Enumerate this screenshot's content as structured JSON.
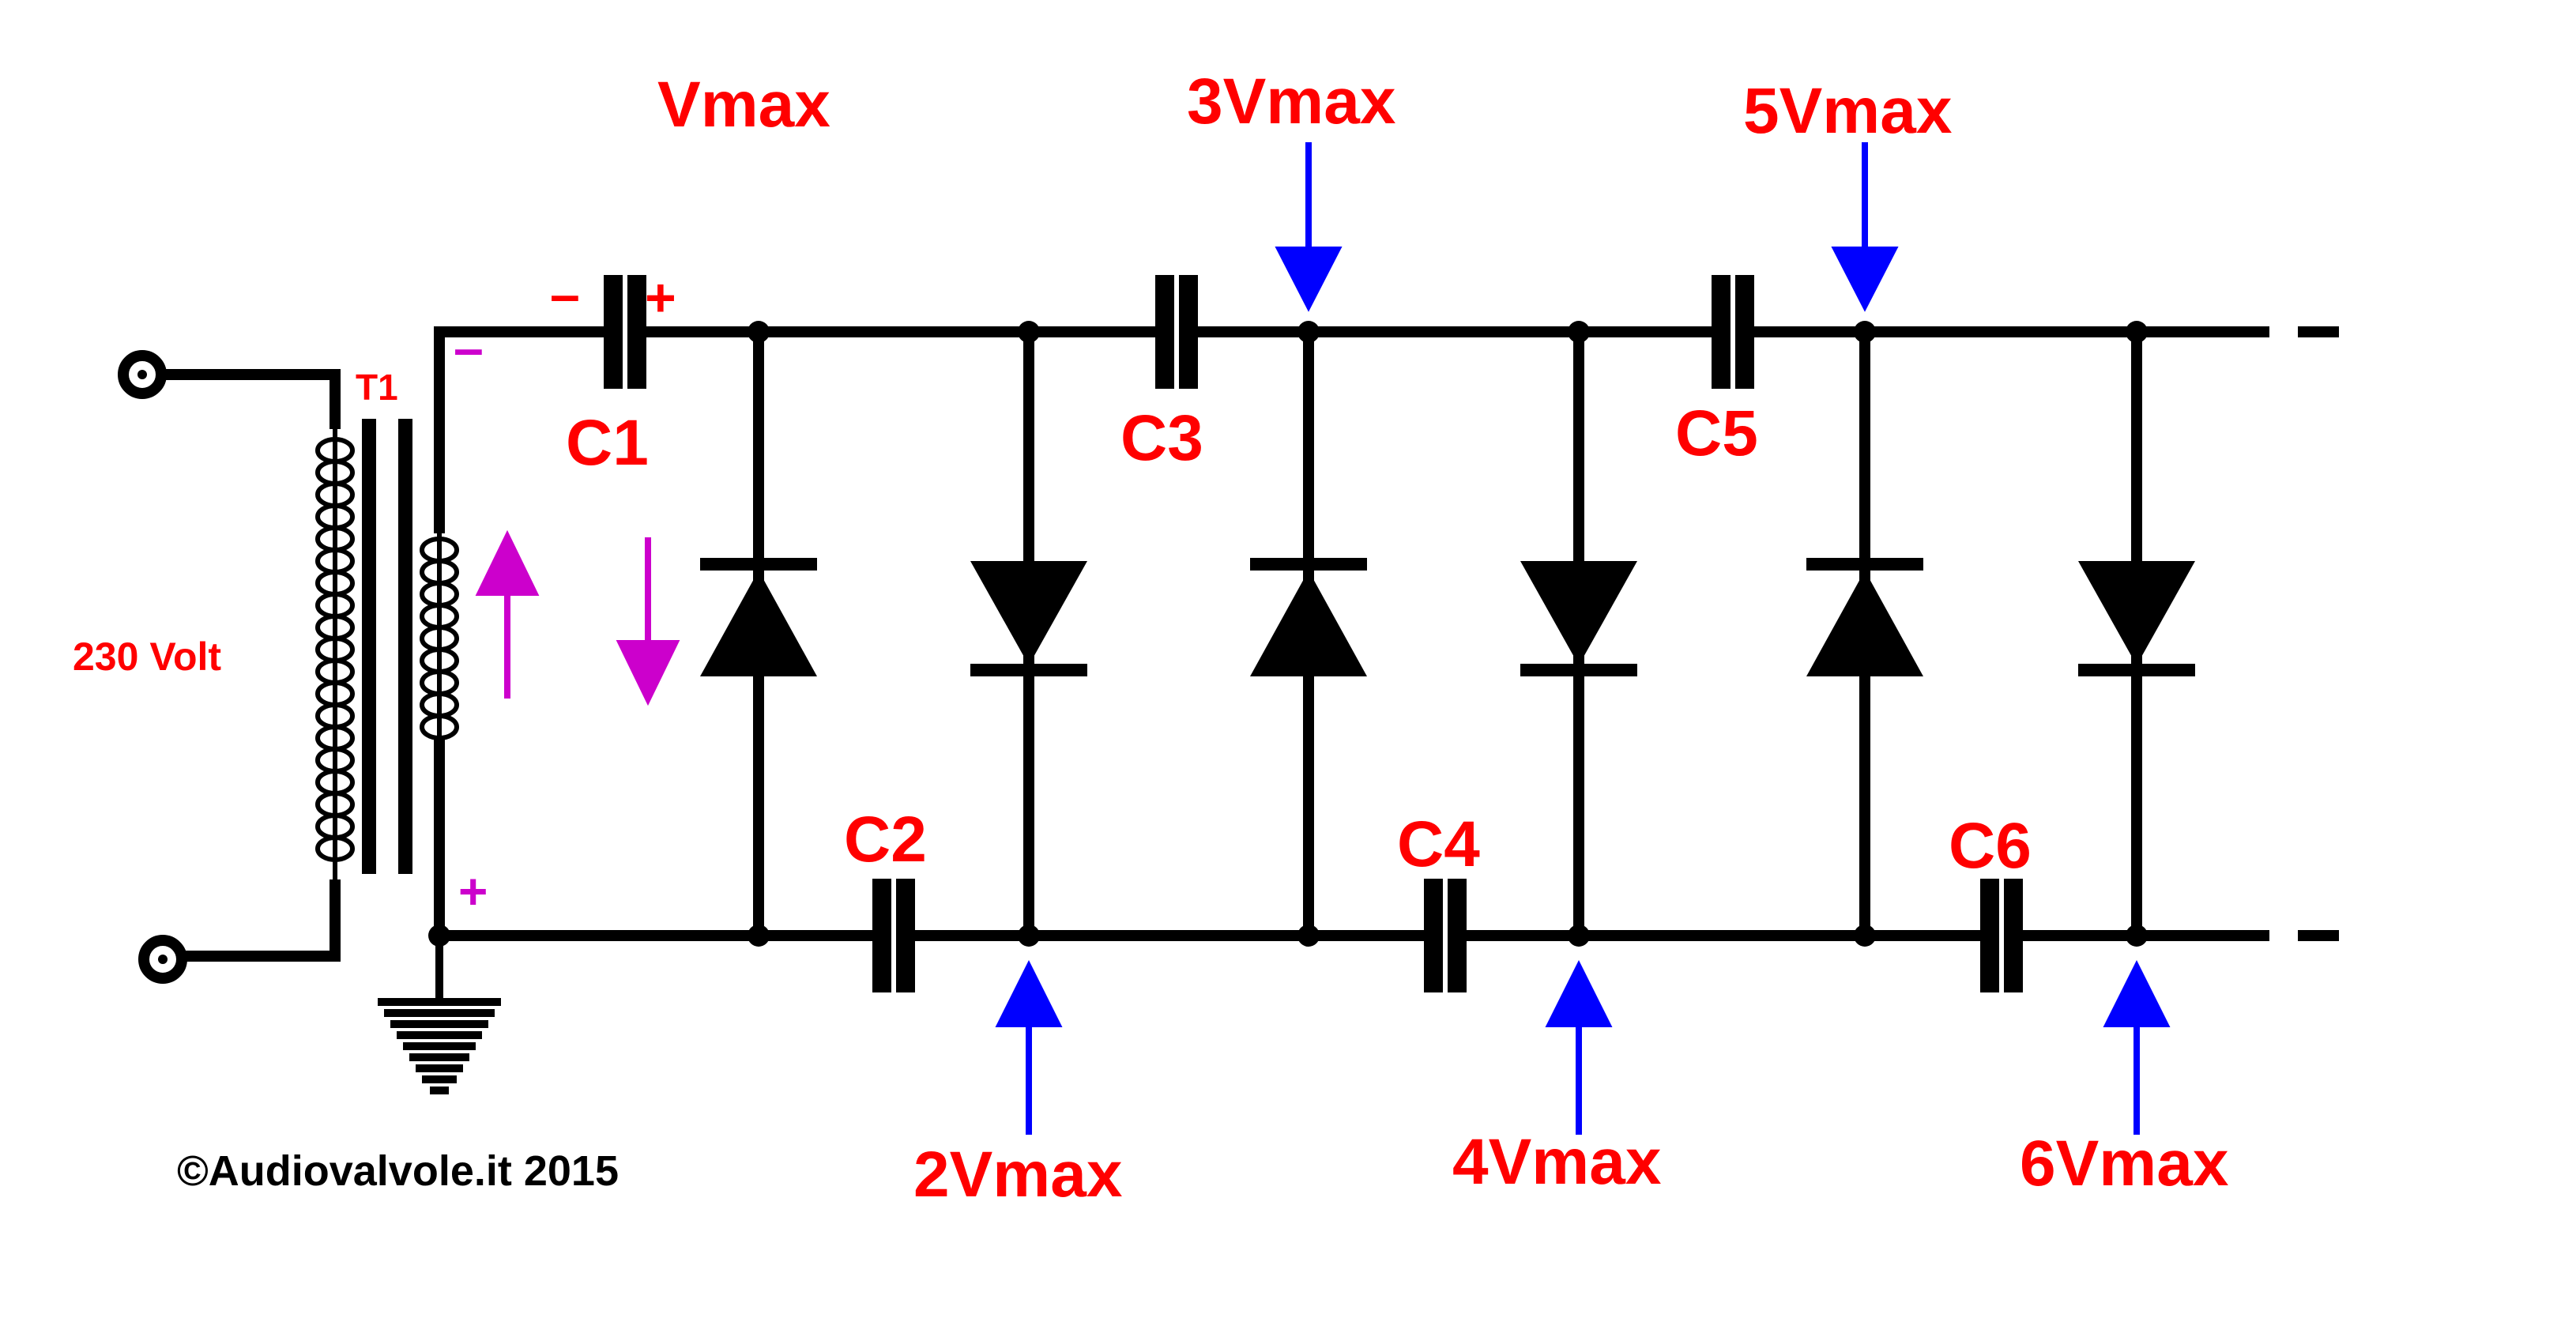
{
  "labels": {
    "transformer": "T1",
    "input_voltage": "230 Volt",
    "copyright": "©Audiovalvole.it 2015",
    "sec_minus": "–",
    "sec_plus": "+",
    "c1_minus": "–",
    "c1_plus": "+"
  },
  "capacitors": [
    "C1",
    "C2",
    "C3",
    "C4",
    "C5",
    "C6"
  ],
  "voltages": [
    "Vmax",
    "2Vmax",
    "3Vmax",
    "4Vmax",
    "5Vmax",
    "6Vmax"
  ],
  "colors": {
    "label": "#ff0000",
    "polarity": "#cc00cc",
    "arrow_blue": "#0000ff",
    "arrow_magenta": "#cc00cc",
    "wire": "#000000"
  }
}
